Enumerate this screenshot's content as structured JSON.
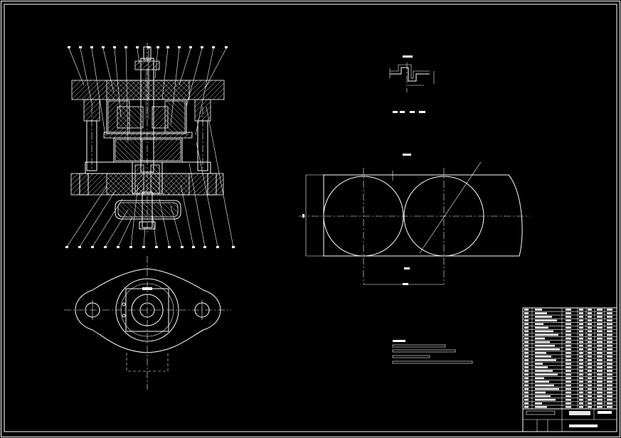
{
  "drawing": {
    "background": "#000000",
    "line_color": "#ffffff",
    "views": [
      "die-assembly-section",
      "die-plan-view",
      "part-section-profile",
      "strip-layout"
    ],
    "title_block_rows": 28
  }
}
